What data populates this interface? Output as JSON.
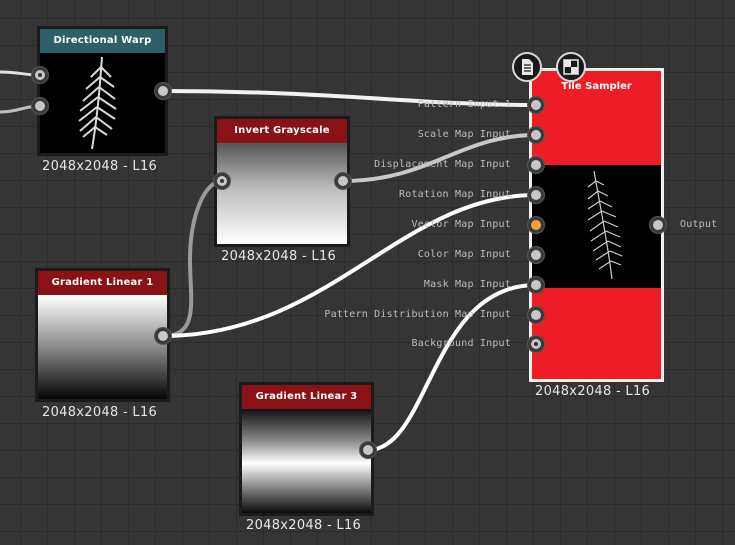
{
  "nodes": {
    "directional_warp": {
      "title": "Directional Warp",
      "resolution": "2048x2048 - L16",
      "title_color": "#2f5f66"
    },
    "invert_grayscale": {
      "title": "Invert Grayscale",
      "resolution": "2048x2048 - L16",
      "title_color": "#8a1116"
    },
    "gradient_linear_1": {
      "title": "Gradient Linear 1",
      "resolution": "2048x2048 - L16",
      "title_color": "#8a1116"
    },
    "gradient_linear_3": {
      "title": "Gradient Linear 3",
      "resolution": "2048x2048 - L16",
      "title_color": "#8a1116"
    },
    "tile_sampler": {
      "title": "Tile Sampler",
      "resolution": "2048x2048 - L16",
      "body_color": "#ee1c25",
      "inputs": [
        "Pattern Input 1",
        "Scale Map Input",
        "Displacement Map Input",
        "Rotation Map Input",
        "Vector Map Input",
        "Color Map Input",
        "Mask Map Input",
        "Pattern Distribution Map Input",
        "Background Input"
      ],
      "output": "Output"
    }
  },
  "top_icons": [
    "document-icon",
    "checker-icon"
  ]
}
